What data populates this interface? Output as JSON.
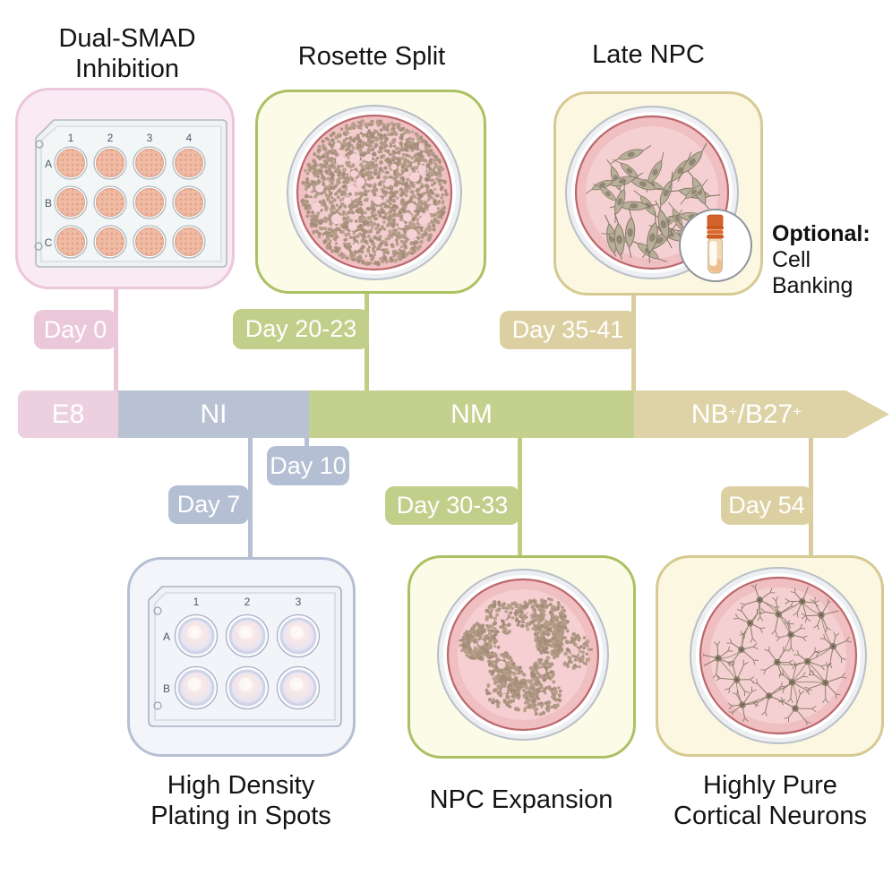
{
  "figure": {
    "description": "Neural differentiation protocol timeline diagram"
  },
  "boxes": {
    "dual_smad": {
      "line1": "Dual-SMAD",
      "line2": "Inhibition"
    },
    "rosette_split": {
      "title": "Rosette Split"
    },
    "late_npc": {
      "title": "Late NPC"
    },
    "high_density": {
      "line1": "High Density",
      "line2": "Plating in Spots"
    },
    "npc_expansion": {
      "title": "NPC Expansion"
    },
    "cortical_neurons": {
      "line1": "Highly Pure",
      "line2": "Cortical Neurons"
    }
  },
  "bar": {
    "e8": "E8",
    "ni": "NI",
    "nm": "NM",
    "nb": {
      "base1": "NB",
      "sup1": "+",
      "base2": "/B27",
      "sup2": "+"
    }
  },
  "days": {
    "d0": {
      "label": "Day 0"
    },
    "d7": {
      "label": "Day 7"
    },
    "d10": {
      "label": "Day 10"
    },
    "d2023": {
      "label": "Day 20-23"
    },
    "d3033": {
      "label": "Day 30-33"
    },
    "d3541": {
      "label": "Day 35-41"
    },
    "d54": {
      "label": "Day 54"
    }
  },
  "optional": {
    "heading": "Optional:",
    "text": "Cell Banking"
  },
  "plate12": {
    "cols": [
      "1",
      "2",
      "3",
      "4"
    ],
    "rows": [
      "A",
      "B",
      "C"
    ]
  },
  "plate6": {
    "cols": [
      "1",
      "2",
      "3"
    ],
    "rows": [
      "A",
      "B"
    ]
  },
  "colors": {
    "e8_pink": "#ecd0e0",
    "ni_blue": "#b8c2d3",
    "nm_green": "#c4d18e",
    "nb_tan": "#ded3a6",
    "pink_box_border": "#ecc7dc",
    "green_box_border": "#abc163",
    "tan_box_border": "#d6ca92",
    "blue_box_border": "#b6c0d3",
    "dish_medium_pink": "#f0bfc2",
    "cell_brown": "#a8937f"
  }
}
